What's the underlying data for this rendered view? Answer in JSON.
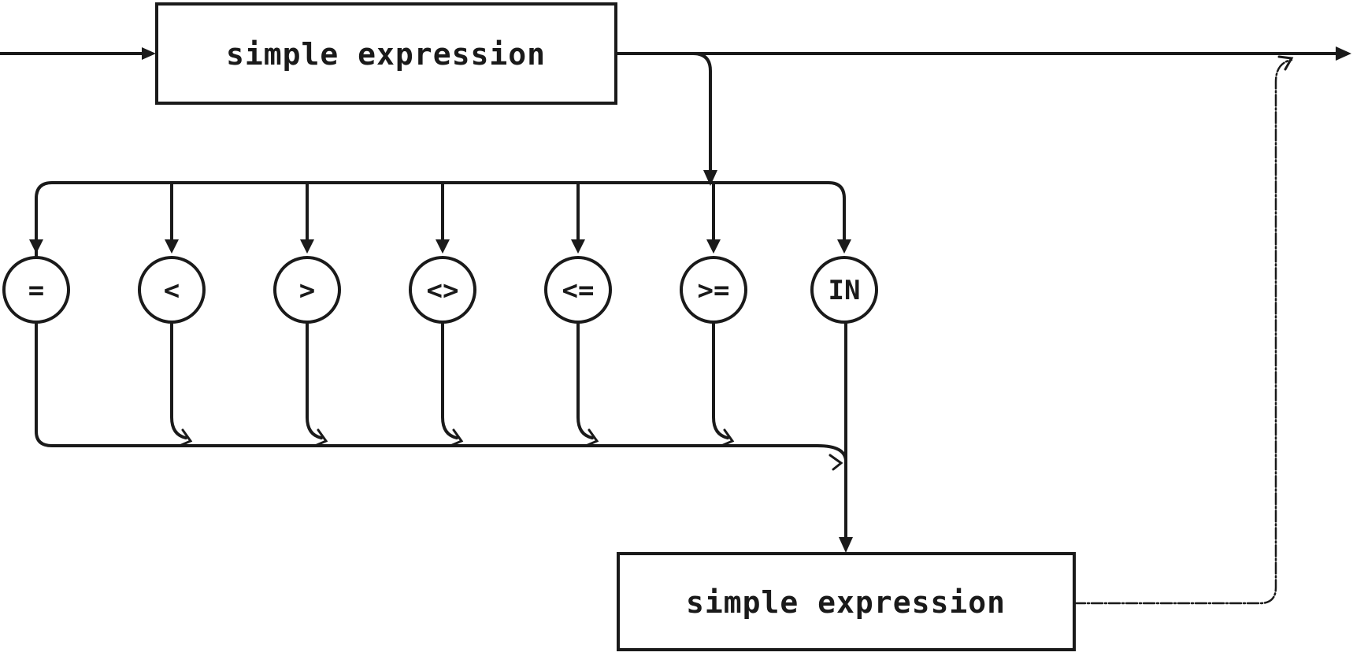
{
  "diagram": {
    "top_box": {
      "label": "simple expression"
    },
    "bottom_box": {
      "label": "simple expression"
    },
    "operators": [
      {
        "symbol": "="
      },
      {
        "symbol": "<"
      },
      {
        "symbol": ">"
      },
      {
        "symbol": "<>"
      },
      {
        "symbol": "<="
      },
      {
        "symbol": ">="
      },
      {
        "symbol": "IN"
      }
    ]
  }
}
